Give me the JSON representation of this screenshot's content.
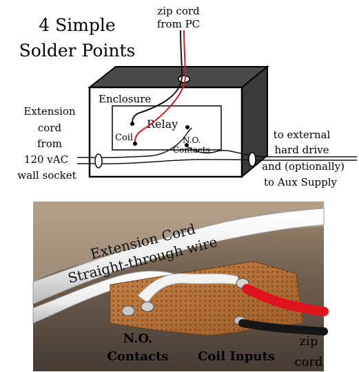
{
  "title_lines": [
    "4 Simple",
    "Solder Points"
  ],
  "diagram": {
    "zip_cord_lines": [
      "zip cord",
      "from PC"
    ],
    "enclosure_label": "Enclosure",
    "relay_label": "Relay",
    "coil_label": "Coil",
    "contacts_lines": [
      "N.O.",
      "Contacts"
    ],
    "extension_lines": [
      "Extension",
      "cord",
      "from",
      "120 vAC",
      "wall socket"
    ],
    "output_lines": [
      "to external",
      "hard drive",
      "and (optionally)",
      "to Aux Supply"
    ]
  },
  "photo": {
    "cable_label_lines": [
      "Extension Cord",
      "Straight-through wire"
    ],
    "contacts_lines": [
      "N.O.",
      "Contacts"
    ],
    "coil_inputs_label": "Coil Inputs",
    "zip_lines": [
      "zip",
      "cord"
    ]
  },
  "colors": {
    "ink": "#000000",
    "red_wire": "#e0141e",
    "enclosure_side": "#3a3a3a",
    "perfboard": "#b8733a",
    "cable": "#f4f4f4"
  }
}
